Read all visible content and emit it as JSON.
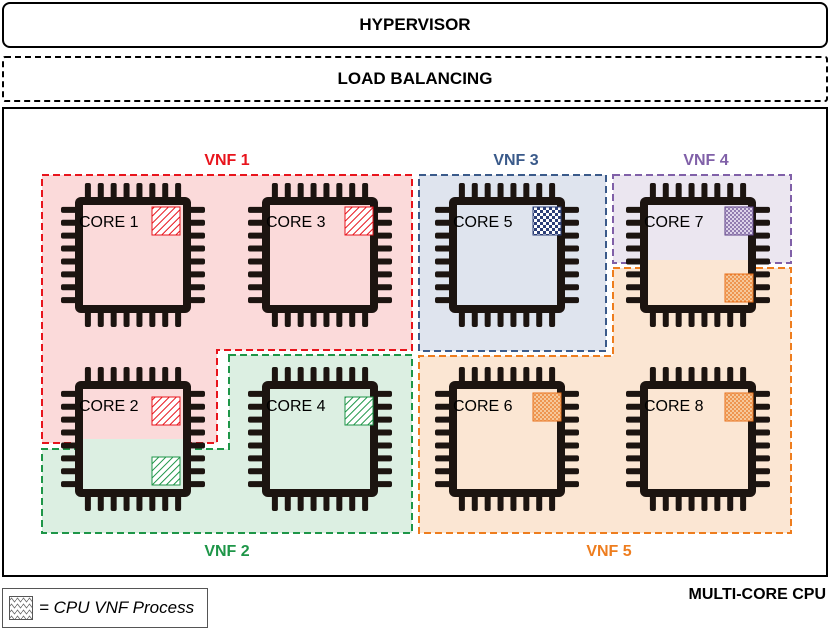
{
  "hypervisor": "HYPERVISOR",
  "load_balancing": "LOAD BALANCING",
  "cpu_label": "MULTI-CORE CPU",
  "legend": {
    "text": "= CPU VNF Process",
    "swatch_icon": "hatch-pattern-icon"
  },
  "vnfs": [
    {
      "label": "VNF 1",
      "color": "#e8141c",
      "fill": "#fbdada"
    },
    {
      "label": "VNF 2",
      "color": "#1e9648",
      "fill": "#dcefe2"
    },
    {
      "label": "VNF 3",
      "color": "#3a5a8a",
      "fill": "#dfe4ee"
    },
    {
      "label": "VNF 4",
      "color": "#8060a8",
      "fill": "#ebe6f0"
    },
    {
      "label": "VNF 5",
      "color": "#ee7d1e",
      "fill": "#fbe6d3"
    }
  ],
  "cores": [
    {
      "label": "CORE 1",
      "process": "diagonal-hatch-red"
    },
    {
      "label": "CORE 2",
      "process": "diagonal-hatch-red"
    },
    {
      "label": "CORE 3",
      "process": "diagonal-hatch-red"
    },
    {
      "label": "CORE 4",
      "process": "diagonal-hatch-green"
    },
    {
      "label": "CORE 5",
      "process": "checker-blue"
    },
    {
      "label": "CORE 6",
      "process": "dots-orange"
    },
    {
      "label": "CORE 7",
      "process": "dots-purple"
    },
    {
      "label": "CORE 8",
      "process": "dots-orange"
    }
  ]
}
